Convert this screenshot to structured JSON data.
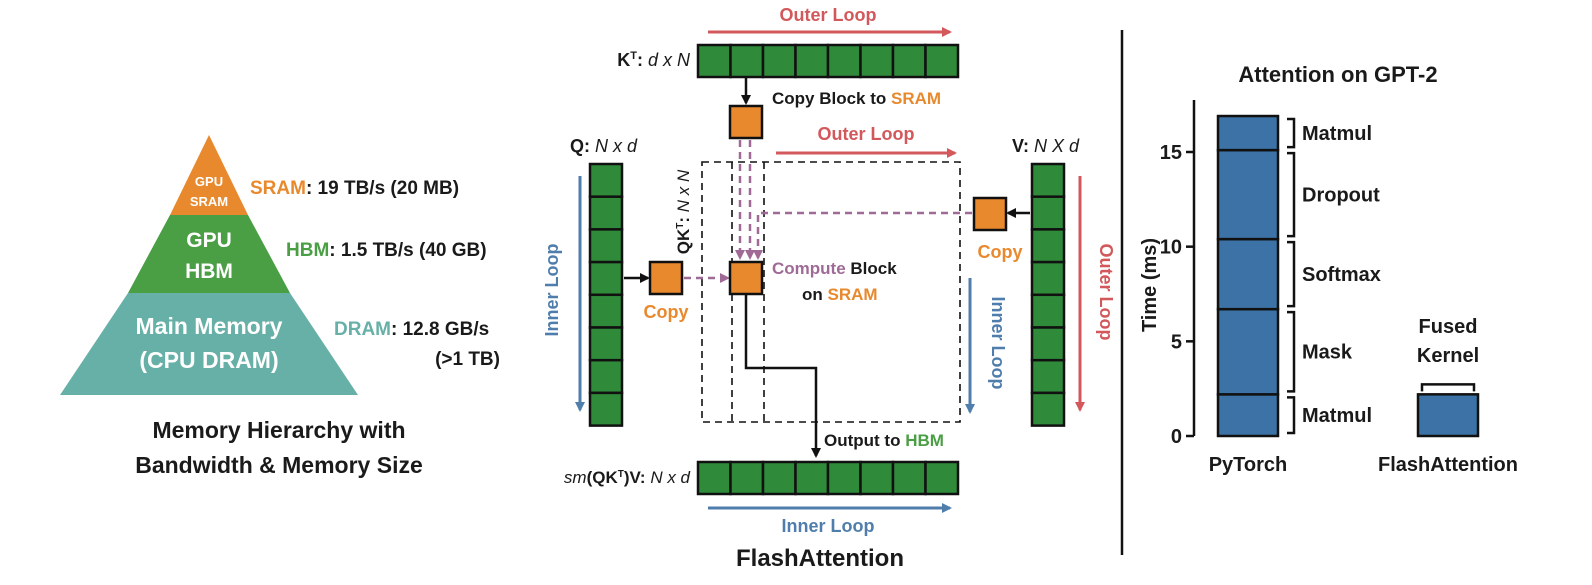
{
  "colors": {
    "sram": "#E8892E",
    "hbm": "#4A9E44",
    "dram": "#67B0A7",
    "outer_loop": "#D2585B",
    "inner_loop": "#4F7EAD",
    "compute": "#A06A96",
    "bar": "#3C72A5",
    "block_green": "#2F8B3A",
    "block_orange": "#E8892E",
    "text": "#1a1a1a"
  },
  "pyramid": {
    "tier_sram": [
      "GPU",
      "SRAM"
    ],
    "tier_hbm": [
      "GPU",
      "HBM"
    ],
    "tier_dram": [
      "Main Memory",
      "(CPU DRAM)"
    ],
    "sram": {
      "name": "SRAM",
      "detail": ": 19 TB/s (20 MB)"
    },
    "hbm": {
      "name": "HBM",
      "detail": ": 1.5 TB/s (40 GB)"
    },
    "dram": {
      "name": "DRAM",
      "detail": ": 12.8 GB/s",
      "detail2": "(>1 TB)"
    },
    "caption": [
      "Memory Hierarchy with",
      "Bandwidth & Memory Size"
    ]
  },
  "flash": {
    "kt_label": {
      "bold": "K",
      "sup": "T",
      "colon": ":",
      "dims": " d x N"
    },
    "q_label": {
      "bold": "Q:",
      "dims": " N x d"
    },
    "v_label": {
      "bold": "V:",
      "dims": " N X d"
    },
    "qkt_label": {
      "bold": "QK",
      "sup": "T",
      "colon": ":",
      "dims": " N x N"
    },
    "out_label": {
      "sm": "sm",
      "pre": "(QK",
      "sup": "T",
      "post": ")V:",
      "dims": " N x d"
    },
    "outer_loop_top": "Outer Loop",
    "outer_loop_mid": "Outer Loop",
    "outer_loop_right": "Outer Loop",
    "inner_loop_left": "Inner Loop",
    "inner_loop_mid": "Inner Loop",
    "inner_loop_bottom": "Inner Loop",
    "copy_block": {
      "pre": "Copy Block to ",
      "hl": "SRAM"
    },
    "copy_left": "Copy",
    "copy_right": "Copy",
    "compute": {
      "hl": "Compute",
      "post": " Block",
      "line2_pre": "on ",
      "line2_hl": "SRAM"
    },
    "output": {
      "pre": "Output to ",
      "hl": "HBM"
    },
    "title": "FlashAttention"
  },
  "chart_data": {
    "type": "bar",
    "title": "Attention on GPT-2",
    "ylabel": "Time (ms)",
    "ylim": [
      0,
      17
    ],
    "yticks": [
      0,
      5,
      10,
      15
    ],
    "categories": [
      "PyTorch",
      "FlashAttention"
    ],
    "stacks": [
      {
        "category": "PyTorch",
        "segments": [
          {
            "name": "Matmul",
            "start": 0,
            "end": 2.2
          },
          {
            "name": "Mask",
            "start": 2.2,
            "end": 6.7
          },
          {
            "name": "Softmax",
            "start": 6.7,
            "end": 10.4
          },
          {
            "name": "Dropout",
            "start": 10.4,
            "end": 15.1
          },
          {
            "name": "Matmul",
            "start": 15.1,
            "end": 16.9
          }
        ]
      },
      {
        "category": "FlashAttention",
        "segments": [
          {
            "name": "Fused Kernel",
            "start": 0,
            "end": 2.2
          }
        ]
      }
    ],
    "fused_label": [
      "Fused",
      "Kernel"
    ]
  }
}
